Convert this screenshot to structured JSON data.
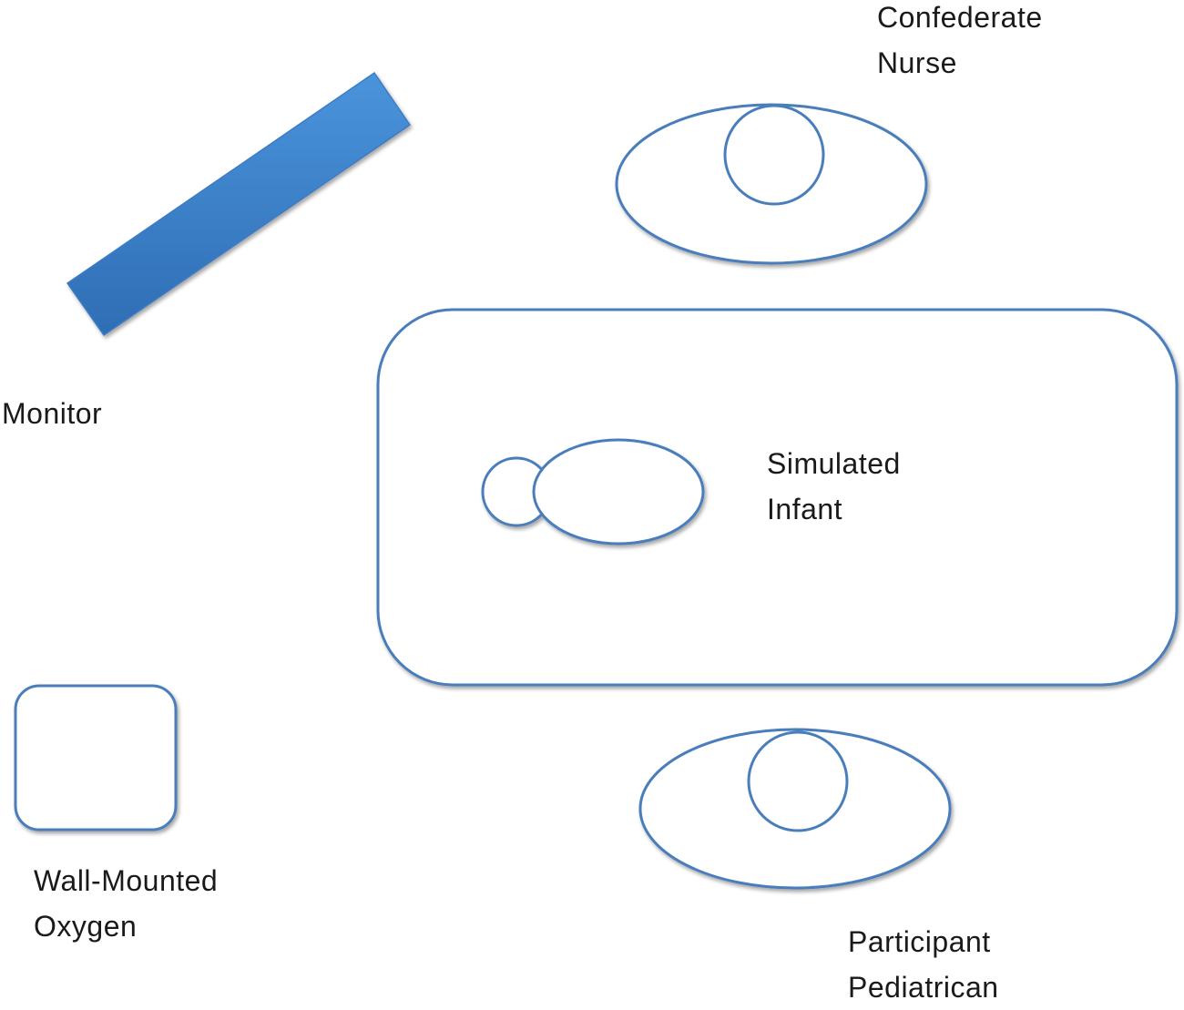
{
  "labels": {
    "confederate_nurse": [
      "Confederate",
      "Nurse"
    ],
    "monitor": [
      "Monitor"
    ],
    "simulated_infant": [
      "Simulated",
      "Infant"
    ],
    "wall_mounted_oxygen": [
      "Wall-Mounted",
      "Oxygen"
    ],
    "participant_pediatrician": [
      "Participant",
      "Pediatrican"
    ]
  },
  "colors": {
    "outline": "#4a7ebb",
    "monitor_fill_light": "#4a94dc",
    "monitor_fill_dark": "#2e6db4"
  },
  "icons": {
    "nurse": "person-topdown-icon",
    "pediatrician": "person-topdown-icon",
    "infant": "infant-topdown-icon",
    "monitor": "monitor-bar-icon",
    "oxygen": "wall-oxygen-box-icon",
    "bed": "infant-bed-icon"
  }
}
